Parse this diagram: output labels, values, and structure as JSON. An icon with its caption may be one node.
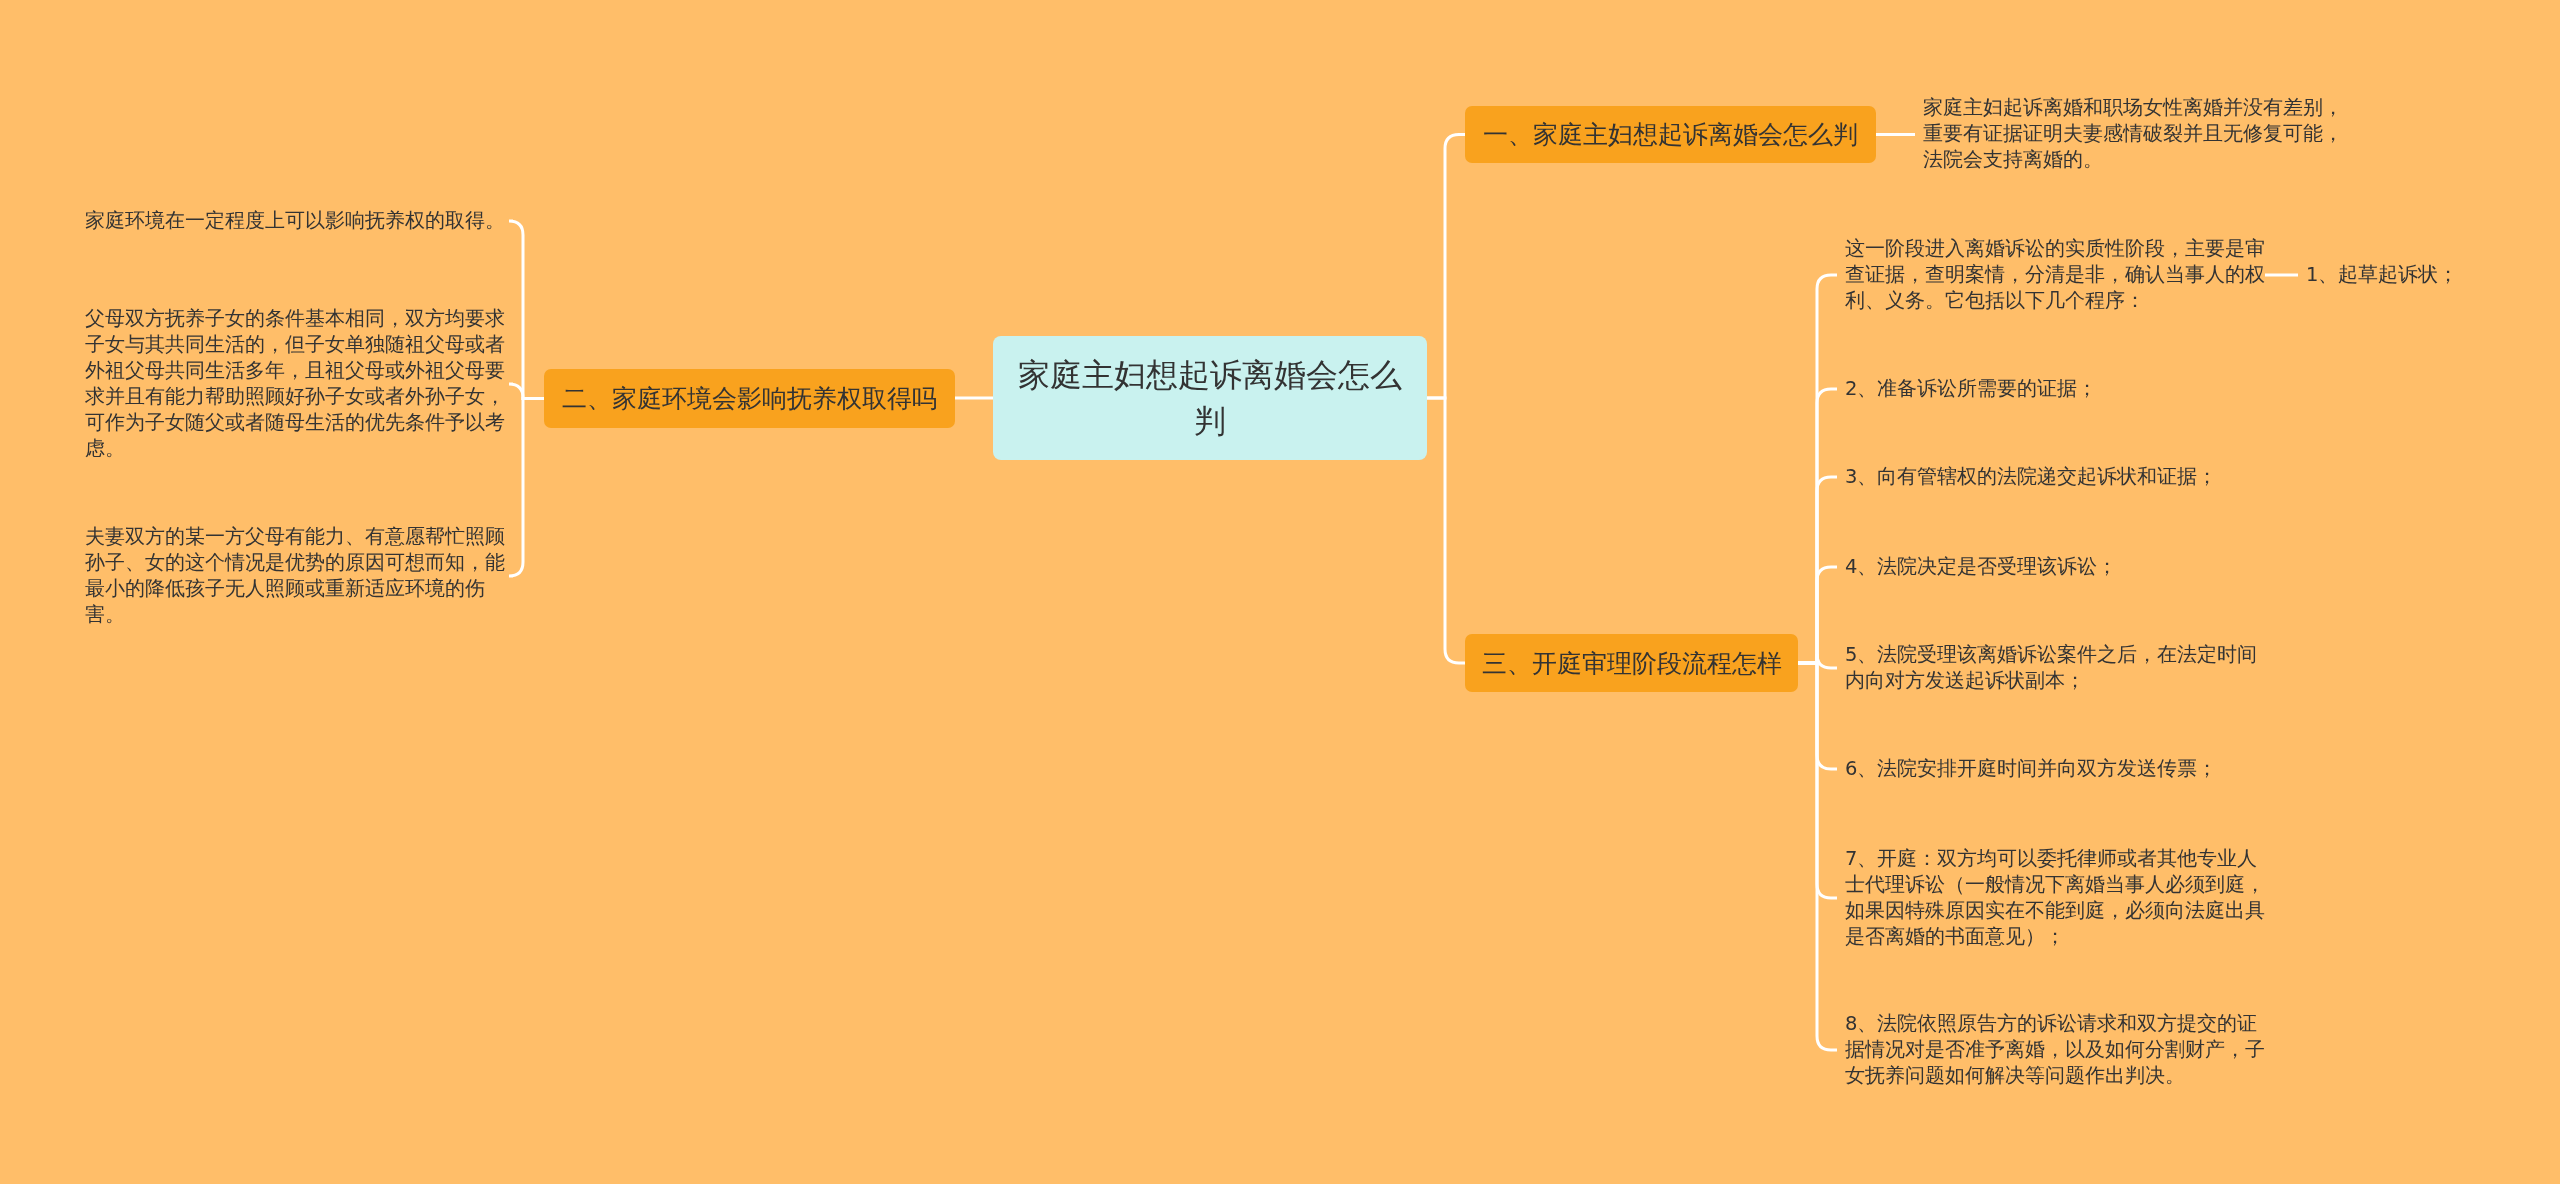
{
  "diagram": {
    "nodes": [
      {
        "text": [
          "家庭主妇想起诉离婚会怎么判"
        ]
      },
      {
        "text": [
          "一、家庭主妇想起诉离婚会怎么判"
        ]
      },
      {
        "text": [
          "家庭主妇起诉离婚和职场女性离婚并没有差别，重要有证据证明夫妻感情破裂并且无修复可能，法院会支持离婚的。"
        ]
      },
      {
        "text": [
          "二、家庭环境会影响抚养权取得吗"
        ]
      },
      {
        "text": [
          "家庭环境在一定程度上可以影响抚养权的取得。"
        ]
      },
      {
        "text": [
          "父母双方抚养子女的条件基本相同，双方均要求子女与其共同生活的，但子女单独随祖父母或者外祖父母共同生活多年，且祖父母或外祖父母要求并且有能力帮助照顾好孙子女或者外孙子女，可作为子女随父或者随母生活的优先条件予以考虑。"
        ]
      },
      {
        "text": [
          "夫妻双方的某一方父母有能力、有意愿帮忙照顾孙子、女的这个情况是优势的原因可想而知，能最小的降低孩子无人照顾或重新适应环境的伤害。"
        ]
      },
      {
        "text": [
          "三、开庭审理阶段流程怎样"
        ]
      },
      {
        "text": [
          "这一阶段进入离婚诉讼的实质性阶段，主要是审查证据，查明案情，分清是非，确认当事人的权利、义务。它包括以下几个程序："
        ]
      },
      {
        "text": [
          "2、准备诉讼所需要的证据；"
        ]
      },
      {
        "text": [
          "3、向有管辖权的法院递交起诉状和证据；"
        ]
      },
      {
        "text": [
          "4、法院决定是否受理该诉讼；"
        ]
      },
      {
        "text": [
          "5、法院受理该离婚诉讼案件之后，在法定时间内向对方发送起诉状副本；"
        ]
      },
      {
        "text": [
          "6、法院安排开庭时间并向双方发送传票；"
        ]
      },
      {
        "text": [
          "7、开庭：双方均可以委托律师或者其他专业人士代理诉讼（一般情况下离婚当事人必须到庭，如果因特殊原因实在不能到庭，必须向法庭出具是否离婚的书面意见）；"
        ]
      },
      {
        "text": [
          "8、法院依照原告方的诉讼请求和双方提交的证据情况对是否准予离婚，以及如何分割财产，子女抚养问题如何解决等问题作出判决。"
        ]
      },
      {
        "text": [
          "1、起草起诉状；"
        ]
      }
    ],
    "edges": [
      {
        "from": 0,
        "to": 1,
        "arrow": "none"
      },
      {
        "from": 1,
        "to": 2,
        "arrow": "none"
      },
      {
        "from": 0,
        "to": 3,
        "arrow": "none"
      },
      {
        "from": 3,
        "to": 4,
        "arrow": "none"
      },
      {
        "from": 3,
        "to": 5,
        "arrow": "none"
      },
      {
        "from": 3,
        "to": 6,
        "arrow": "none"
      },
      {
        "from": 0,
        "to": 7,
        "arrow": "none"
      },
      {
        "from": 7,
        "to": 8,
        "arrow": "none"
      },
      {
        "from": 7,
        "to": 9,
        "arrow": "none"
      },
      {
        "from": 7,
        "to": 10,
        "arrow": "none"
      },
      {
        "from": 7,
        "to": 11,
        "arrow": "none"
      },
      {
        "from": 7,
        "to": 12,
        "arrow": "none"
      },
      {
        "from": 7,
        "to": 13,
        "arrow": "none"
      },
      {
        "from": 7,
        "to": 14,
        "arrow": "none"
      },
      {
        "from": 7,
        "to": 15,
        "arrow": "none"
      },
      {
        "from": 8,
        "to": 16,
        "arrow": "none"
      }
    ]
  }
}
